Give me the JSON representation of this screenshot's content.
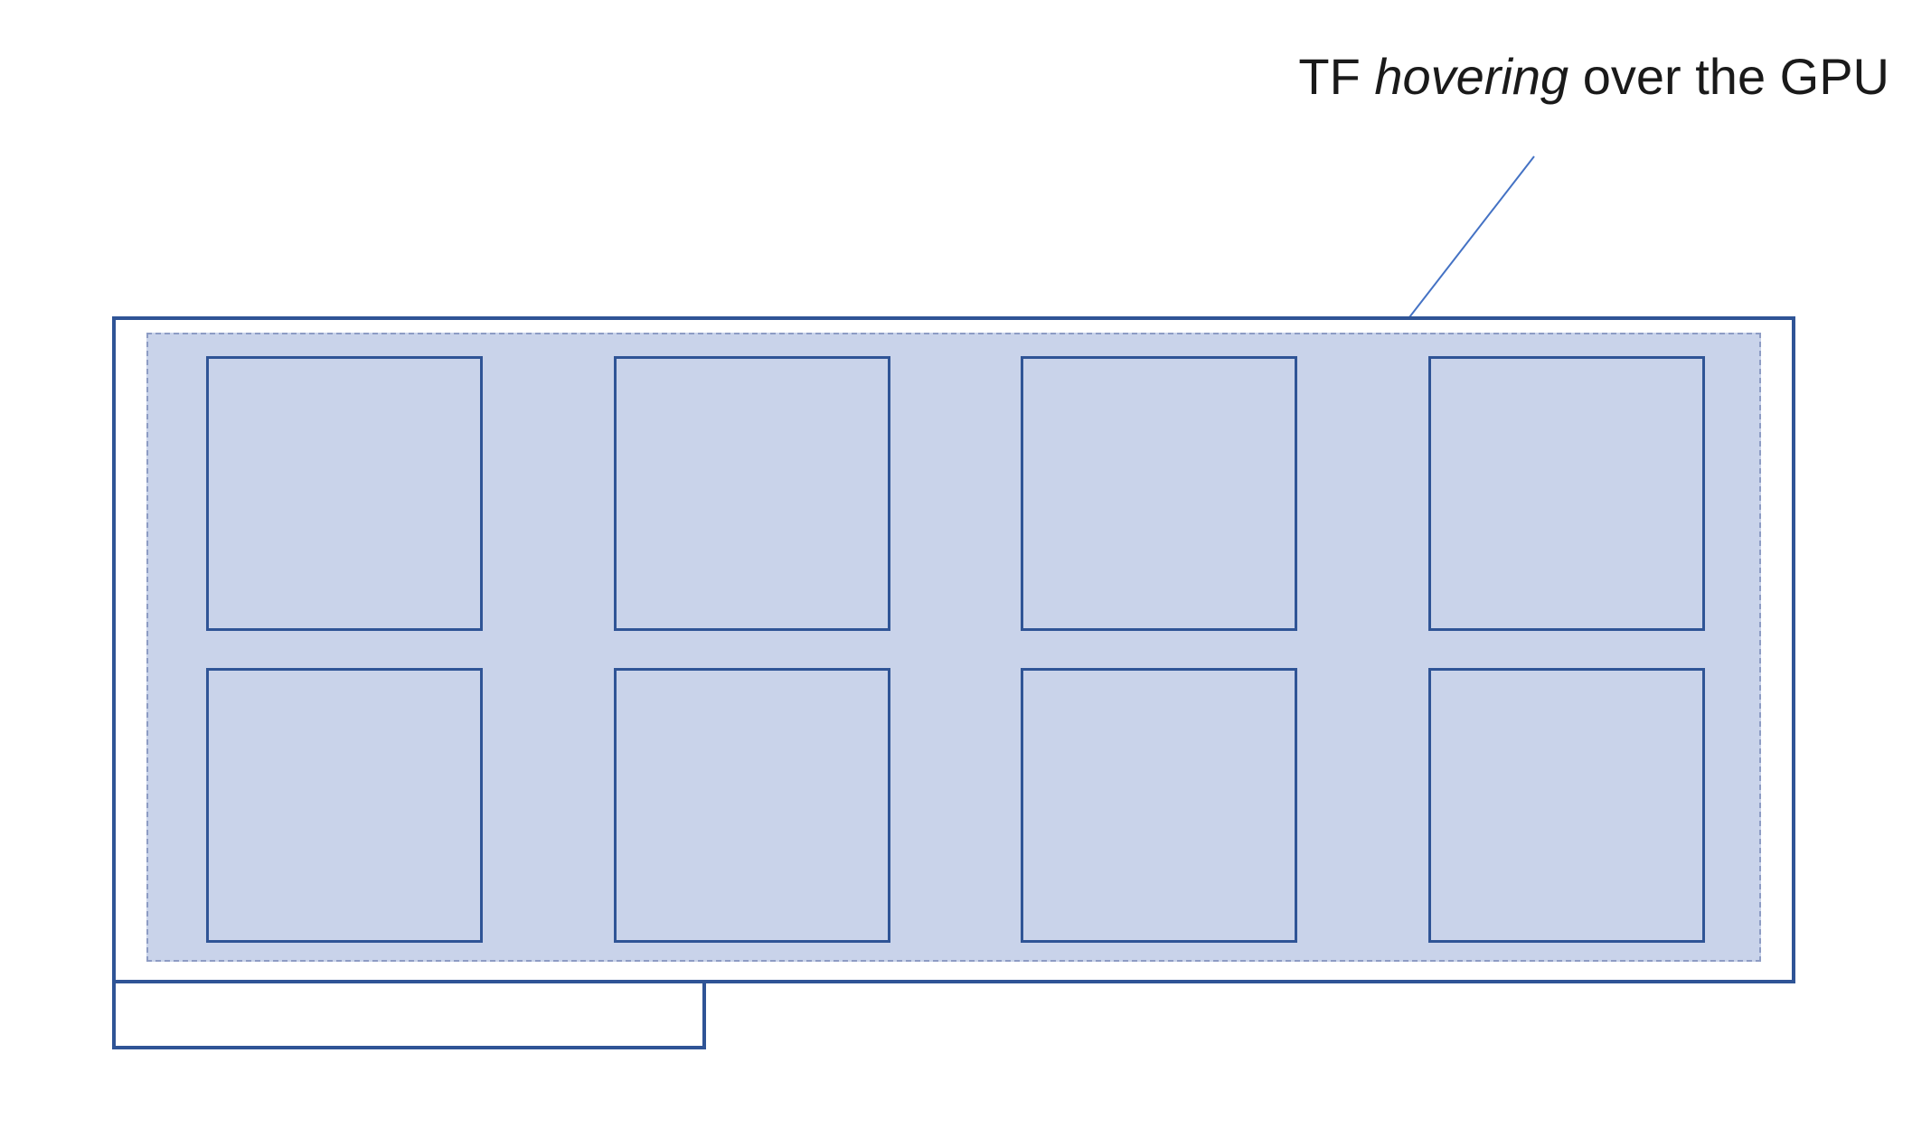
{
  "annotation": {
    "prefix": "TF ",
    "italic_word": "hovering",
    "suffix": " over the GPU"
  },
  "diagram": {
    "grid": {
      "rows": 2,
      "columns": 4
    }
  },
  "colors": {
    "border_dark": "#2f5496",
    "fill_light": "#c9d3ea",
    "dashed_border": "#8d9cc4",
    "leader_line": "#4472c4",
    "text": "#1a1a1a"
  }
}
